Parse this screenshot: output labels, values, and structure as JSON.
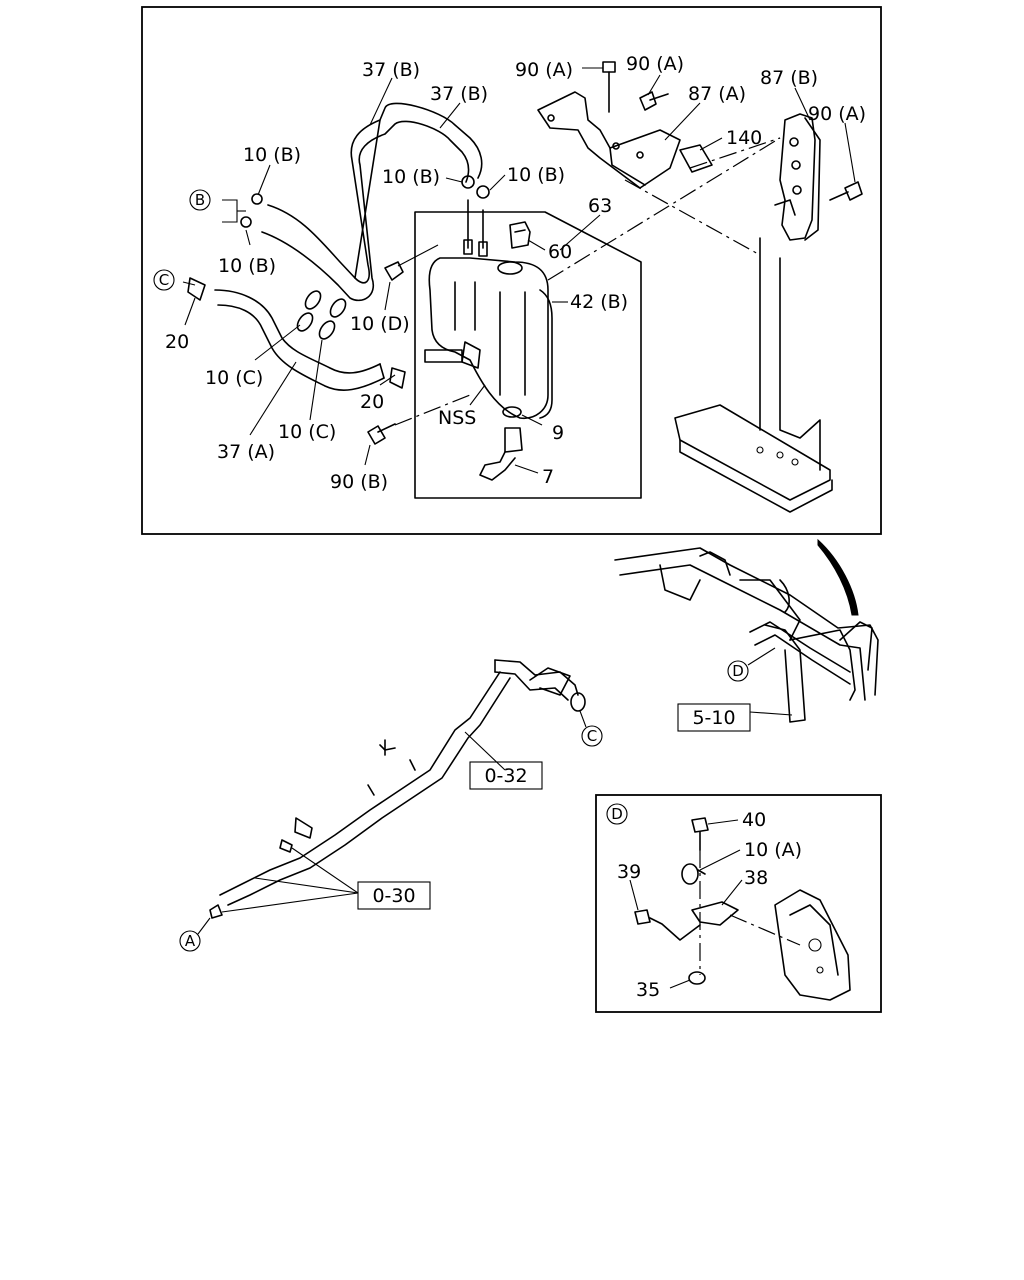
{
  "labels": {
    "hose_37b_upper": "37 (B)",
    "hose_37b_mid": "37 (B)",
    "bolt_90a_1": "90 (A)",
    "bolt_90a_2": "90 (A)",
    "bracket_87a": "87 (A)",
    "bracket_87b": "87 (B)",
    "bolt_90a_3": "90 (A)",
    "clip_10b_left": "10 (B)",
    "clip_10b_mid": "10 (B)",
    "clip_10b_right": "10 (B)",
    "part_140": "140",
    "tank_63": "63",
    "cap_60": "60",
    "clip_10b_lower": "10 (B)",
    "clamp_20_left": "20",
    "clip_10d": "10 (D)",
    "hose_42b": "42 (B)",
    "clip_10c_left": "10 (C)",
    "clamp_20_mid": "20",
    "nss": "NSS",
    "gasket_9": "9",
    "clip_10c_lower": "10 (C)",
    "hose_37a": "37 (A)",
    "bolt_90b": "90 (B)",
    "sensor_7": "7",
    "ref_5_10": "5-10",
    "ref_0_32": "0-32",
    "ref_0_30": "0-30",
    "bolt_40": "40",
    "clip_10a": "10 (A)",
    "bolt_39": "39",
    "bracket_38": "38",
    "nut_35": "35"
  },
  "markers": {
    "b": "B",
    "c_top": "C",
    "d_mid": "D",
    "c_mid": "C",
    "a": "A",
    "d_detail": "D"
  }
}
